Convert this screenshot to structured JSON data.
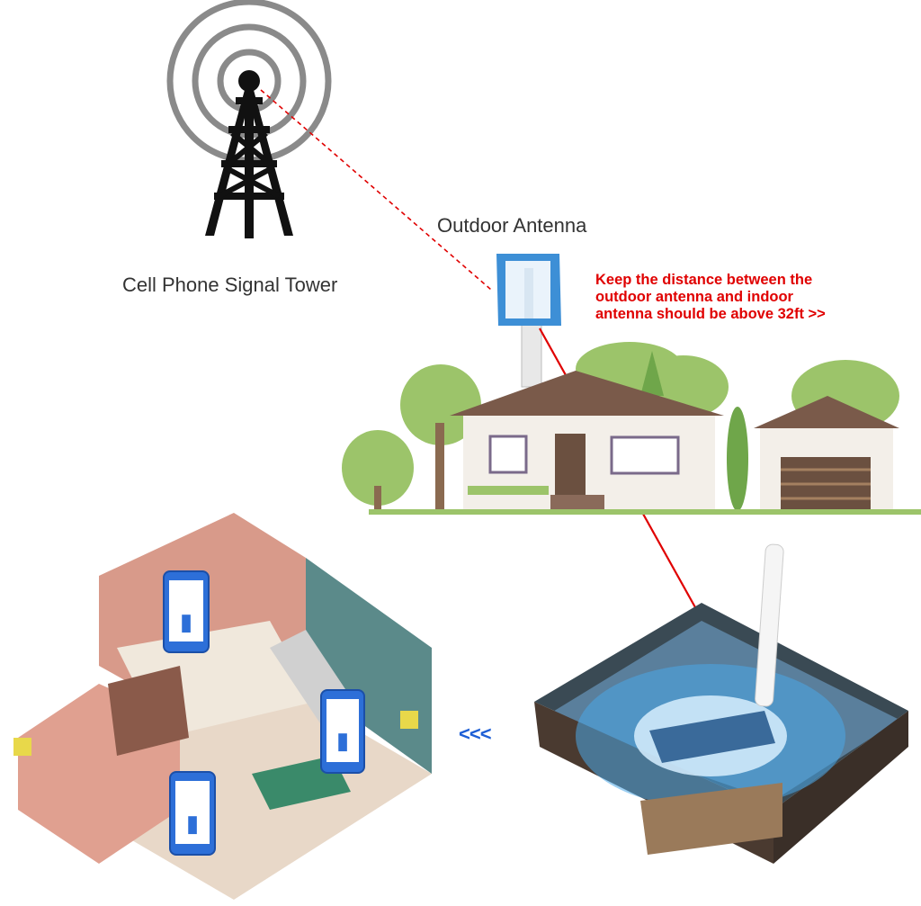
{
  "labels": {
    "tower": "Cell Phone Signal Tower",
    "outdoor_antenna": "Outdoor Antenna",
    "distance_note": [
      "Keep the distance between the",
      "outdoor antenna and indoor",
      "antenna should be above 32ft >>"
    ],
    "direction_arrows": "<<<"
  },
  "colors": {
    "signal_line": "#e00000",
    "arrows": "#1e5fd6",
    "coverage_glow": "#4aa8e8",
    "roof": "#7a5a4a",
    "tree": "#9cc46a"
  }
}
